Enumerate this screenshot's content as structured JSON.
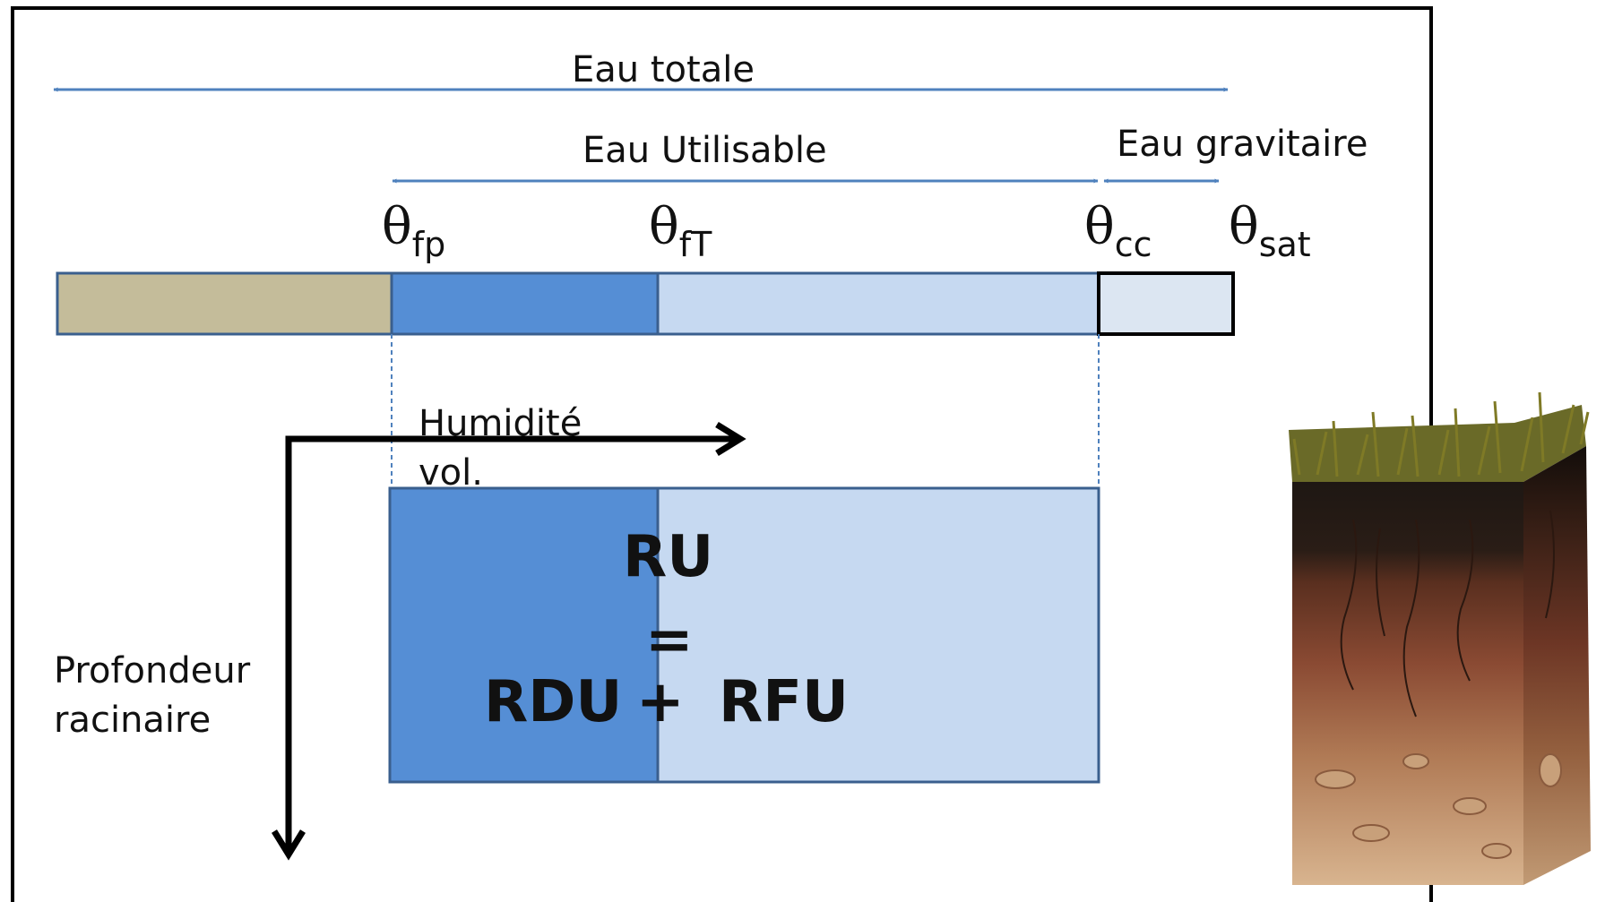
{
  "labels": {
    "eau_totale": "Eau totale",
    "eau_utilisable": "Eau Utilisable",
    "eau_gravitaire": "Eau gravitaire",
    "theta_symbol": "θ",
    "theta_fp_sub": "fp",
    "theta_ft_sub": "fT",
    "theta_cc_sub": "cc",
    "theta_sat_sub": "sat",
    "humidite_line1": "Humidité",
    "humidite_line2": "vol.",
    "profondeur_line1": "Profondeur",
    "profondeur_line2": "racinaire",
    "ru": "RU",
    "equals": "=",
    "rdu": "RDU",
    "plus": "+",
    "rfu": "RFU"
  },
  "colors": {
    "dry_soil": "#C4BC9A",
    "rdu_blue": "#558ED5",
    "rfu_light_blue": "#C6D9F1",
    "gravitaire_pale": "#DCE6F2",
    "arrow_blue": "#4F81BD",
    "bar_border": "#3A5F8E"
  }
}
